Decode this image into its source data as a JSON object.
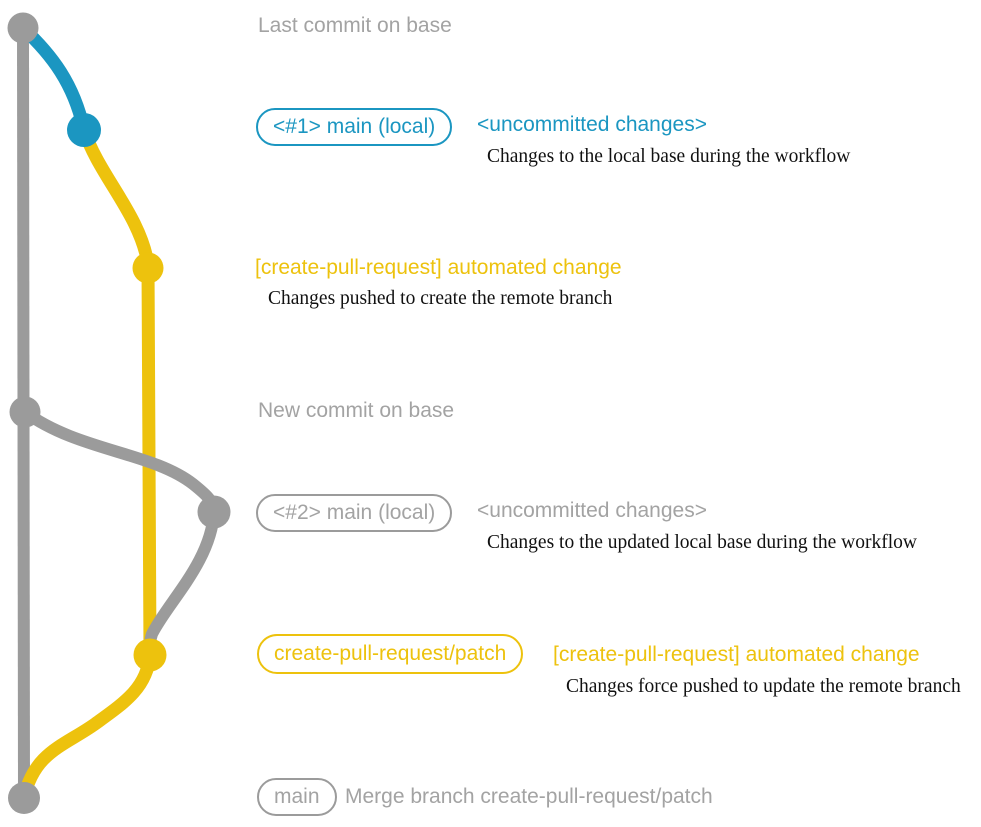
{
  "colors": {
    "blue": "#1b96c1",
    "yellow": "#edc20d",
    "graph_gray": "#9b9b9b",
    "text_gray": "#a3a3a3",
    "ink": "#111111"
  },
  "graph": {
    "branches": {
      "base": "base branch (gray)",
      "local_main": "local main with uncommitted changes (blue)",
      "remote_patch": "create-pull-request/patch remote branch (yellow)"
    }
  },
  "annotations": {
    "last_commit_label": "Last commit on base",
    "step1": {
      "tag": "<#1> main (local)",
      "status": "<uncommitted changes>",
      "note": "Changes to the local base during the workflow"
    },
    "step2": {
      "title": "[create-pull-request] automated change",
      "note": "Changes pushed to create the remote branch"
    },
    "new_commit_label": "New commit on base",
    "step3": {
      "tag": "<#2> main (local)",
      "status": "<uncommitted changes>",
      "note": "Changes to the updated local base during the workflow"
    },
    "step4": {
      "tag": "create-pull-request/patch",
      "title": "[create-pull-request] automated change",
      "note": "Changes force pushed to update the remote branch"
    },
    "merge": {
      "tag": "main",
      "message": "Merge branch create-pull-request/patch"
    }
  }
}
